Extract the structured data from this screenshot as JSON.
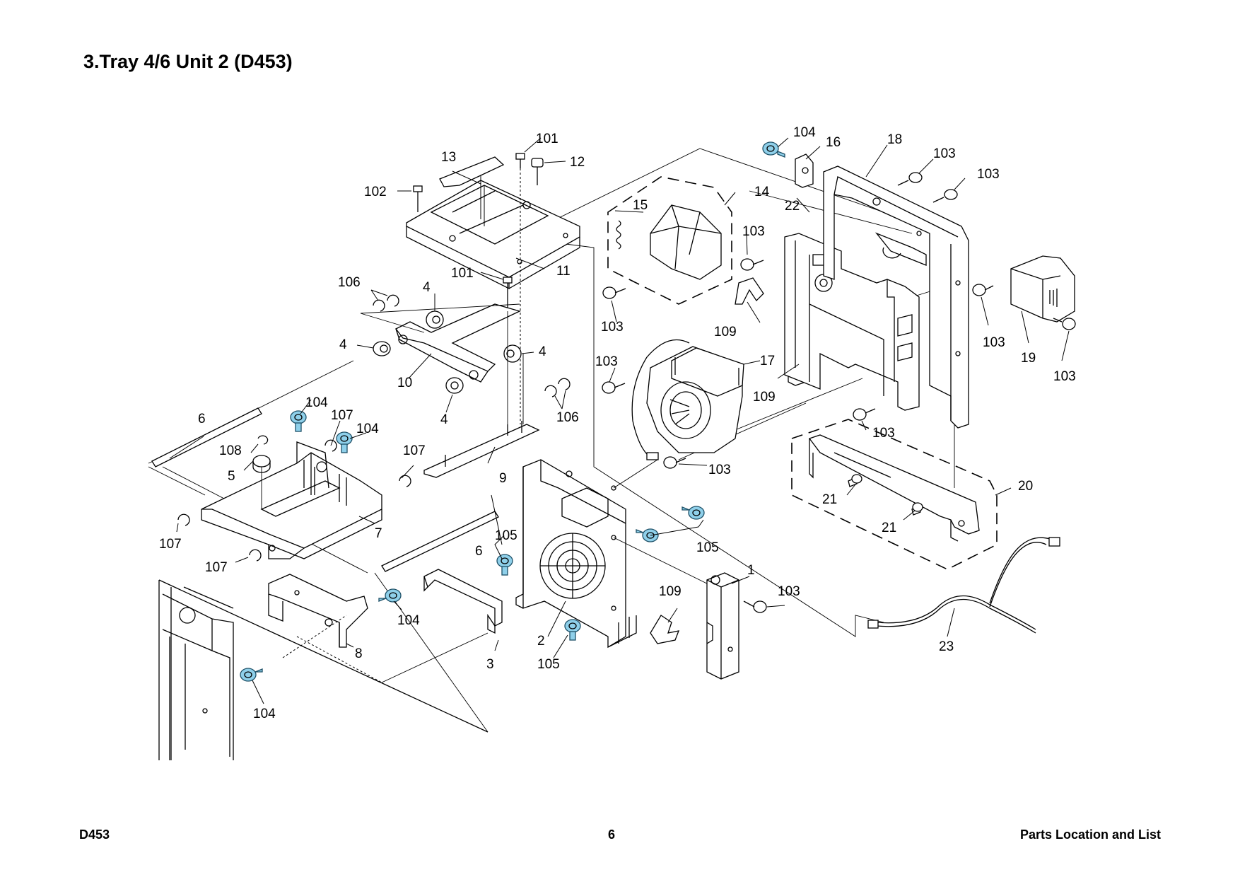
{
  "page": {
    "title": "3.Tray 4/6 Unit 2 (D453)",
    "footer_left": "D453",
    "footer_page": "6",
    "footer_right": "Parts Location and List"
  },
  "screw_colors": {
    "highlight": "#8fd0ea",
    "outline": "#1d4f66"
  },
  "callouts": {
    "c1": "1",
    "c2": "2",
    "c3": "3",
    "c4a": "4",
    "c4b": "4",
    "c4c": "4",
    "c4d": "4",
    "c5": "5",
    "c6a": "6",
    "c6b": "6",
    "c7": "7",
    "c8": "8",
    "c9": "9",
    "c10": "10",
    "c11": "11",
    "c12": "12",
    "c13": "13",
    "c14": "14",
    "c15": "15",
    "c16": "16",
    "c17": "17",
    "c18": "18",
    "c19": "19",
    "c20": "20",
    "c21a": "21",
    "c21b": "21",
    "c22": "22",
    "c23": "23",
    "c101a": "101",
    "c101b": "101",
    "c102": "102",
    "c103a": "103",
    "c103b": "103",
    "c103c": "103",
    "c103d": "103",
    "c103e": "103",
    "c103f": "103",
    "c103g": "103",
    "c103h": "103",
    "c103i": "103",
    "c103j": "103",
    "c104a": "104",
    "c104b": "104",
    "c104c": "104",
    "c104d": "104",
    "c104e": "104",
    "c105a": "105",
    "c105b": "105",
    "c105c": "105",
    "c106a": "106",
    "c106b": "106",
    "c107a": "107",
    "c107b": "107",
    "c107c": "107",
    "c107d": "107",
    "c108": "108",
    "c109a": "109",
    "c109b": "109",
    "c109c": "109"
  }
}
